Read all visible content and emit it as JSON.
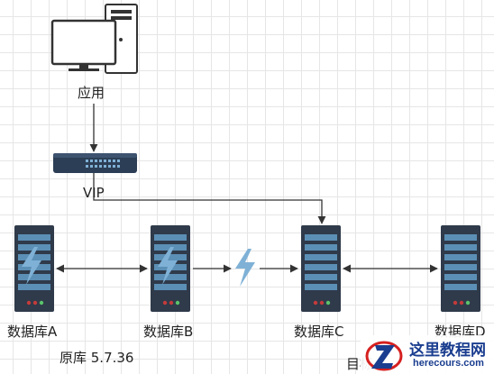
{
  "nodes": {
    "app": {
      "label": "应用"
    },
    "vip": {
      "label": "VIP"
    },
    "db_a": {
      "label": "数据库A"
    },
    "db_b": {
      "label": "数据库B"
    },
    "db_c": {
      "label": "数据库C"
    },
    "db_d": {
      "label": "数据库D"
    }
  },
  "notes": {
    "original": "原库 5.7.36",
    "target": "目标"
  },
  "watermark": {
    "title": "这里教程网",
    "url": "herecours.com"
  },
  "colors": {
    "server_body": "#2f3a4a",
    "server_stripe": "#5b8fb5",
    "lightning": "#7fb1d6",
    "line": "#333333",
    "switch_body": "#2c3e55",
    "watermark_blue": "#1a3d8f",
    "watermark_red": "#d62020"
  }
}
